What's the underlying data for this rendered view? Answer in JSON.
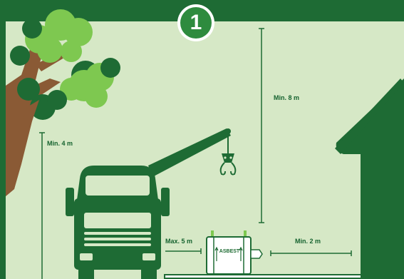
{
  "step": {
    "number": "1"
  },
  "dimensions": {
    "tree_clearance": "Min. 4 m",
    "crane_height": "Min. 8 m",
    "crane_reach": "Max. 5 m",
    "house_distance": "Min. 2 m"
  },
  "bag": {
    "label": "ASBEST"
  },
  "colors": {
    "background": "#d6e8c6",
    "dark_green": "#1e6b34",
    "mid_green": "#2e7d3a",
    "light_green": "#7ec850",
    "trunk_brown": "#8a5a35",
    "white": "#ffffff"
  }
}
